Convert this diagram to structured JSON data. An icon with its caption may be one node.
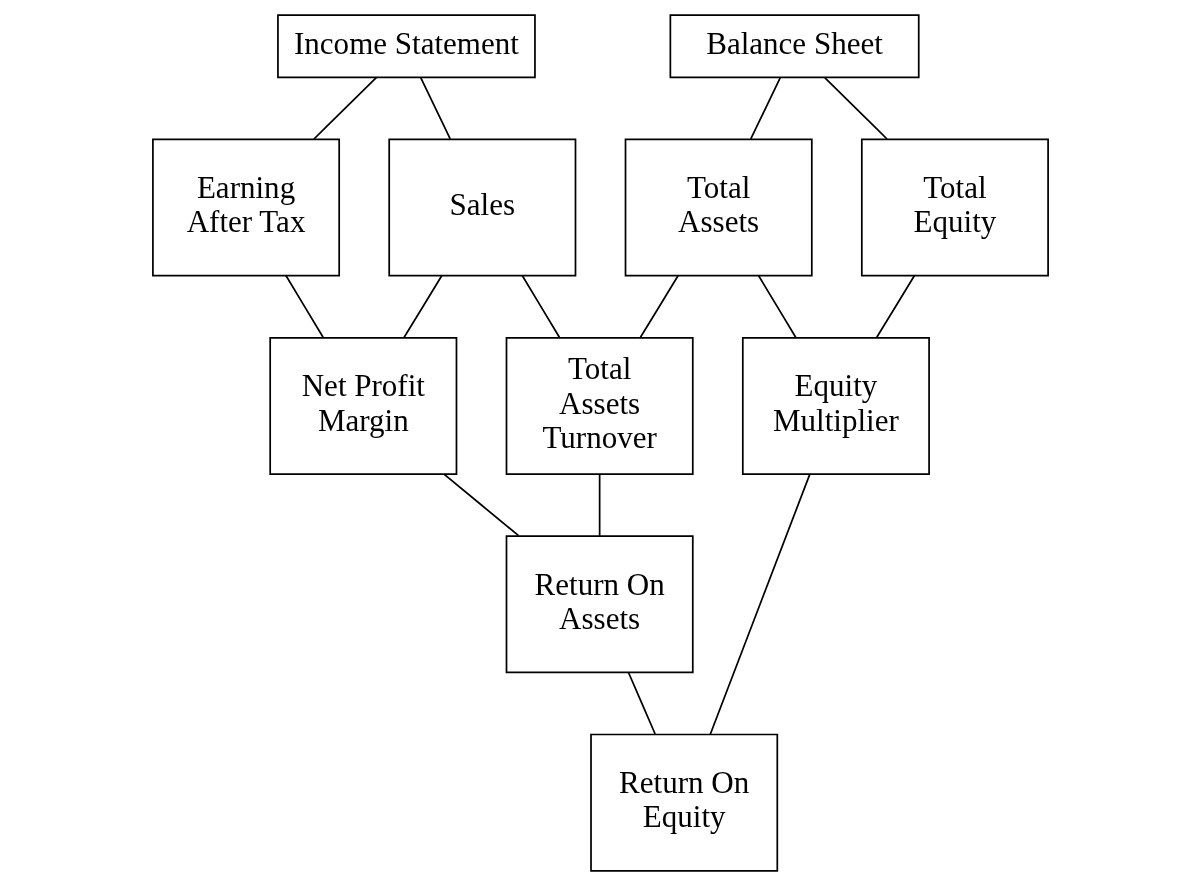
{
  "diagram": {
    "nodes": [
      {
        "text": [
          "Income Statement"
        ]
      },
      {
        "text": [
          "Balance Sheet"
        ]
      },
      {
        "text": [
          "Earning After Tax"
        ]
      },
      {
        "text": [
          "Sales"
        ]
      },
      {
        "text": [
          "Total Assets"
        ]
      },
      {
        "text": [
          "Total Equity"
        ]
      },
      {
        "text": [
          "Net Profit Margin"
        ]
      },
      {
        "text": [
          "Total Assets Turnover"
        ]
      },
      {
        "text": [
          "Return On Assets"
        ]
      },
      {
        "text": [
          "Equity Multiplier"
        ]
      },
      {
        "text": [
          "Return On Equity"
        ]
      }
    ],
    "edges": [
      {
        "from": 0,
        "to": 2,
        "arrow": "none"
      },
      {
        "from": 0,
        "to": 3,
        "arrow": "none"
      },
      {
        "from": 1,
        "to": 4,
        "arrow": "none"
      },
      {
        "from": 1,
        "to": 5,
        "arrow": "none"
      },
      {
        "from": 2,
        "to": 6,
        "arrow": "none"
      },
      {
        "from": 3,
        "to": 6,
        "arrow": "none"
      },
      {
        "from": 3,
        "to": 7,
        "arrow": "none"
      },
      {
        "from": 4,
        "to": 7,
        "arrow": "none"
      },
      {
        "from": 4,
        "to": 9,
        "arrow": "none"
      },
      {
        "from": 5,
        "to": 9,
        "arrow": "none"
      },
      {
        "from": 6,
        "to": 8,
        "arrow": "none"
      },
      {
        "from": 7,
        "to": 8,
        "arrow": "none"
      },
      {
        "from": 8,
        "to": 10,
        "arrow": "none"
      },
      {
        "from": 9,
        "to": 10,
        "arrow": "none"
      }
    ]
  }
}
